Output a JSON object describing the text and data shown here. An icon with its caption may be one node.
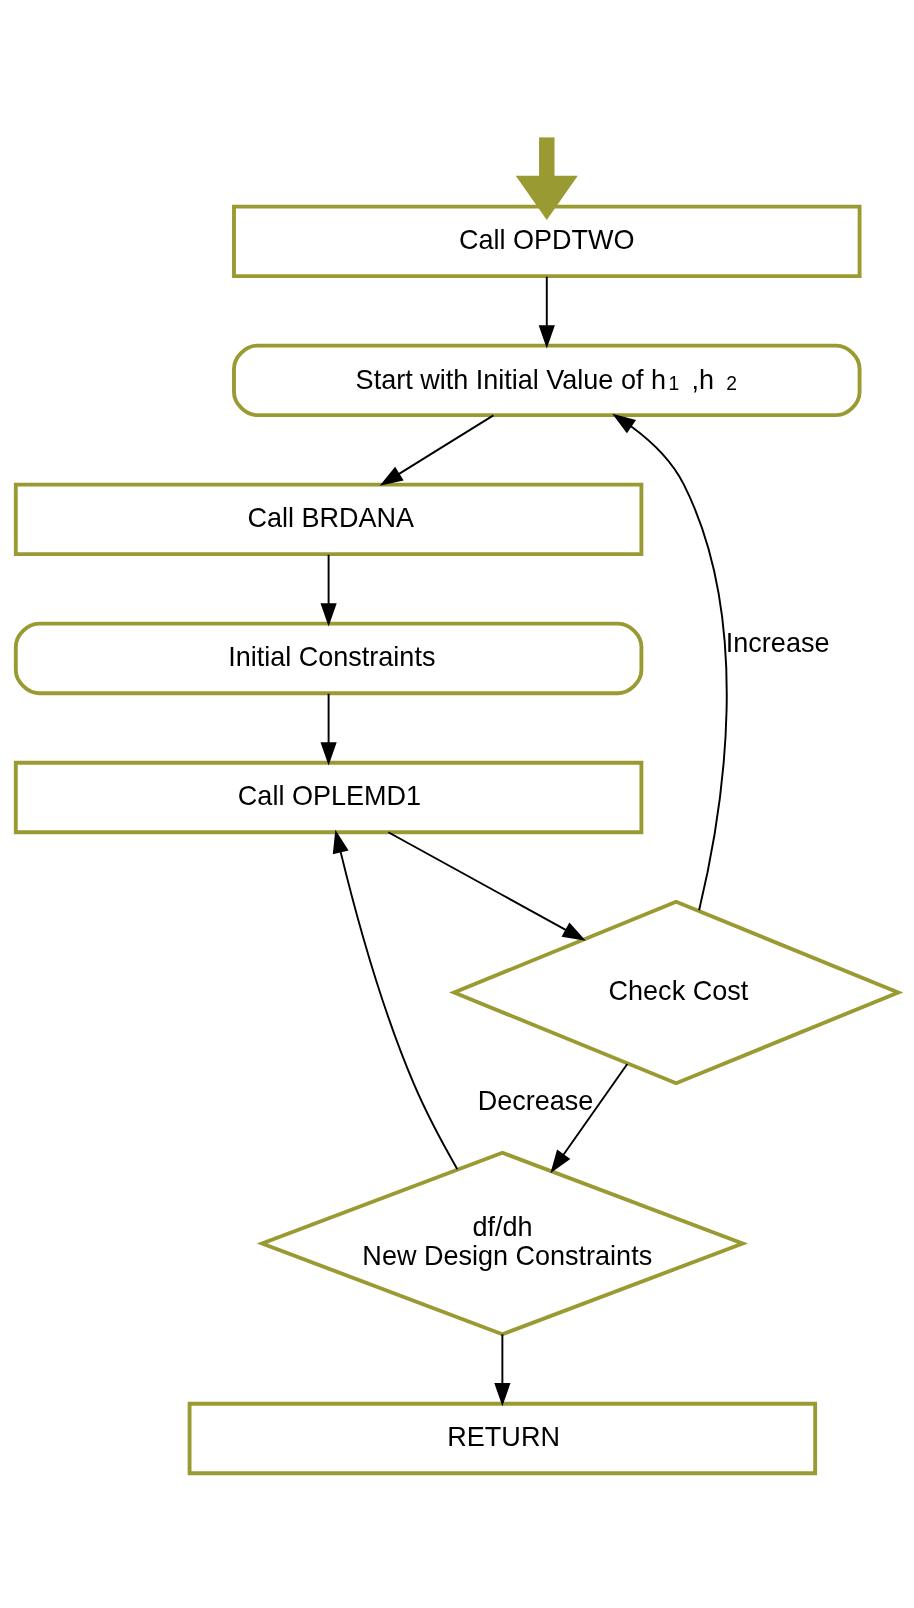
{
  "diagram": {
    "nodes": [
      {
        "text": [
          "Call OPDTWO"
        ]
      },
      {
        "text": [
          "Start with Initial Value of h$_{1}$,h$_{2}$"
        ]
      },
      {
        "text": [
          "Call BRDANA"
        ]
      },
      {
        "text": [
          "Initial Constraints"
        ]
      },
      {
        "text": [
          "Call OPLEMD1"
        ]
      },
      {
        "text": [
          "Check Cost"
        ]
      },
      {
        "text": [
          "df/dh",
          "New Design Constraints"
        ]
      },
      {
        "text": [
          "RETURN"
        ]
      }
    ],
    "edges": [
      {
        "from": null,
        "to": 0,
        "arrow": "to",
        "style": "thick",
        "color": "#9a9a32"
      },
      {
        "from": 0,
        "to": 1,
        "arrow": "to"
      },
      {
        "from": 1,
        "to": 2,
        "arrow": "to"
      },
      {
        "from": 2,
        "to": 3,
        "arrow": "to"
      },
      {
        "from": 3,
        "to": 4,
        "arrow": "to"
      },
      {
        "from": 4,
        "to": 5,
        "arrow": "to"
      },
      {
        "from": 5,
        "to": 1,
        "arrow": "to",
        "label": "Increase"
      },
      {
        "from": 5,
        "to": 6,
        "arrow": "to",
        "label": "Decrease"
      },
      {
        "from": 6,
        "to": 4,
        "arrow": "to"
      },
      {
        "from": 6,
        "to": 7,
        "arrow": "to"
      }
    ]
  }
}
